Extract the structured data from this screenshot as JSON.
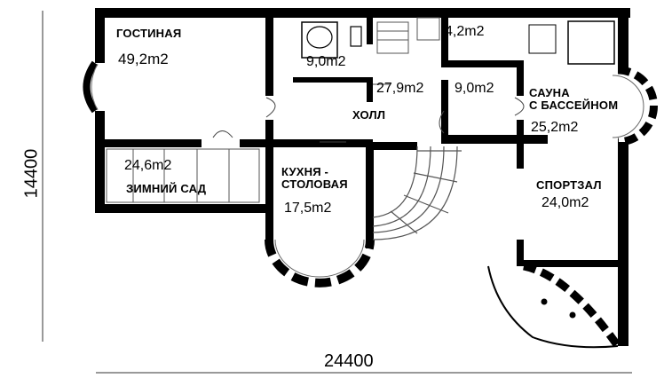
{
  "rooms": {
    "living": {
      "name": "ГОСТИНАЯ",
      "area": "49,2m2"
    },
    "bath": {
      "area": "9,0m2"
    },
    "small": {
      "area": "4,2m2"
    },
    "hall": {
      "name": "ХОЛЛ",
      "area": "27,9m2"
    },
    "storage": {
      "area": "9,0m2"
    },
    "sauna": {
      "name": "САУНА\nС БАССЕЙНОМ",
      "area": "25,2m2"
    },
    "winter": {
      "name": "ЗИМНИЙ САД",
      "area": "24,6m2"
    },
    "kitchen": {
      "name": "КУХНЯ -\nСТОЛОВАЯ",
      "area": "17,5m2"
    },
    "gym": {
      "name": "СПОРТЗАЛ",
      "area": "24,0m2"
    }
  },
  "dimensions": {
    "width": "24400",
    "height": "14400"
  },
  "colors": {
    "wall": "#000000",
    "line": "#555555",
    "background": "#ffffff"
  }
}
